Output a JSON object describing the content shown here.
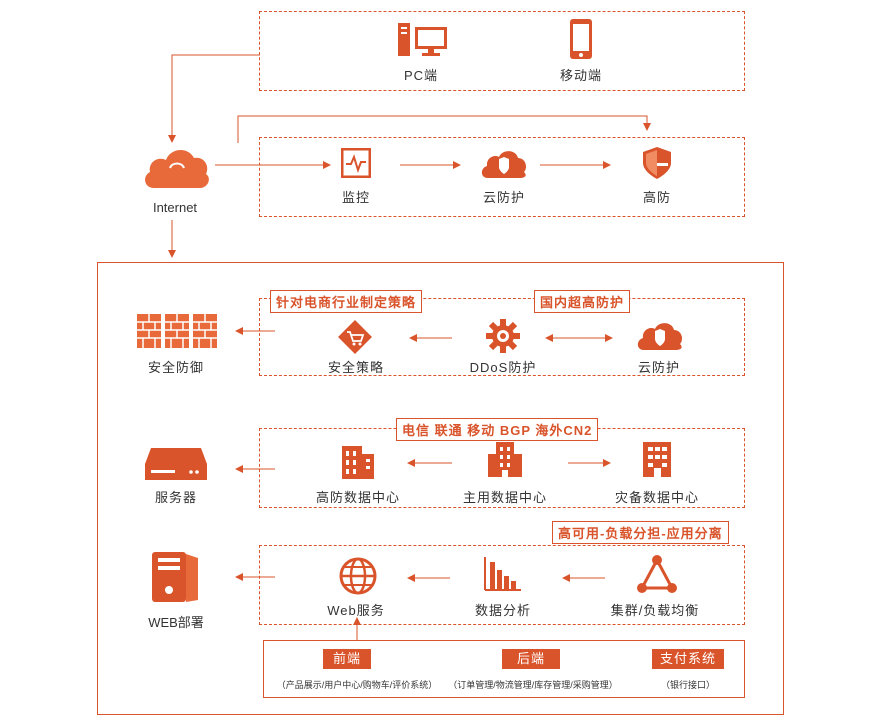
{
  "colors": {
    "accent": "#d9542b",
    "text": "#333333"
  },
  "top_devices": {
    "pc": "PC端",
    "mobile": "移动端"
  },
  "internet": {
    "label": "Internet"
  },
  "services": {
    "monitor": "监控",
    "cloud": "云防护",
    "high": "高防"
  },
  "row1": {
    "tag_left": "针对电商行业制定策略",
    "tag_right": "国内超高防护",
    "left_label": "安全防御",
    "policy": "安全策略",
    "ddos": "DDoS防护",
    "cloud": "云防护"
  },
  "row2": {
    "tag": "电信 联通 移动 BGP 海外CN2",
    "left_label": "服务器",
    "high_dc": "高防数据中心",
    "main_dc": "主用数据中心",
    "backup_dc": "灾备数据中心"
  },
  "row3": {
    "tag": "高可用-负载分担-应用分离",
    "left_label": "WEB部署",
    "web": "Web服务",
    "analysis": "数据分析",
    "cluster": "集群/负载均衡"
  },
  "bottom": {
    "front": {
      "title": "前端",
      "desc": "（产品展示/用户中心/购物车/评价系统）"
    },
    "back": {
      "title": "后端",
      "desc": "（订单管理/物流管理/库存管理/采购管理）"
    },
    "pay": {
      "title": "支付系统",
      "desc": "（银行接口）"
    }
  }
}
